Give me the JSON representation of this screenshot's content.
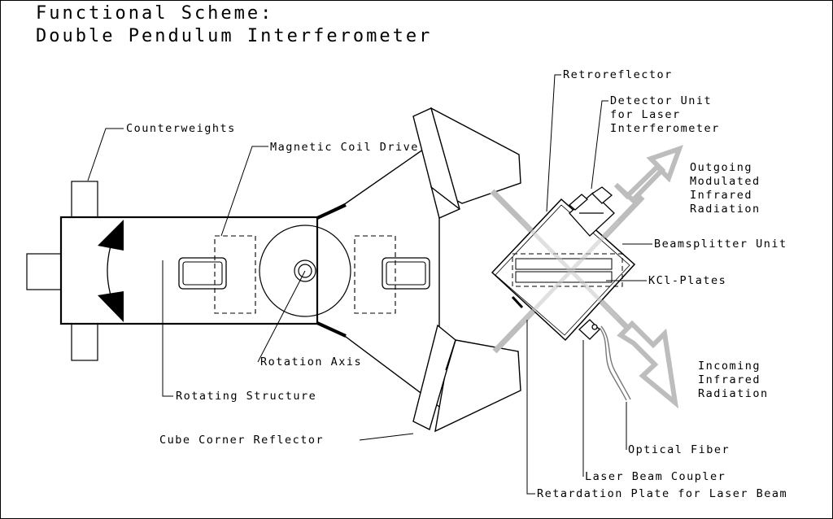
{
  "title": {
    "line1": "Functional Scheme:",
    "line2": "Double Pendulum Interferometer"
  },
  "labels": {
    "counterweights": "Counterweights",
    "magnetic_coil_drive": "Magnetic Coil Drive",
    "rotation_axis": "Rotation Axis",
    "rotating_structure": "Rotating Structure",
    "cube_corner_reflector": "Cube Corner Reflector",
    "retroreflector": "Retroreflector",
    "detector_unit_1": "Detector Unit",
    "detector_unit_2": "for Laser",
    "detector_unit_3": "Interferometer",
    "outgoing_1": "Outgoing",
    "outgoing_2": "Modulated",
    "outgoing_3": "Infrared",
    "outgoing_4": "Radiation",
    "beamsplitter_unit": "Beamsplitter Unit",
    "kcl_plates": "KCl-Plates",
    "incoming_1": "Incoming",
    "incoming_2": "Infrared",
    "incoming_3": "Radiation",
    "optical_fiber": "Optical Fiber",
    "laser_beam_coupler": "Laser Beam Coupler",
    "retardation_plate": "Retardation Plate for Laser Beam"
  }
}
